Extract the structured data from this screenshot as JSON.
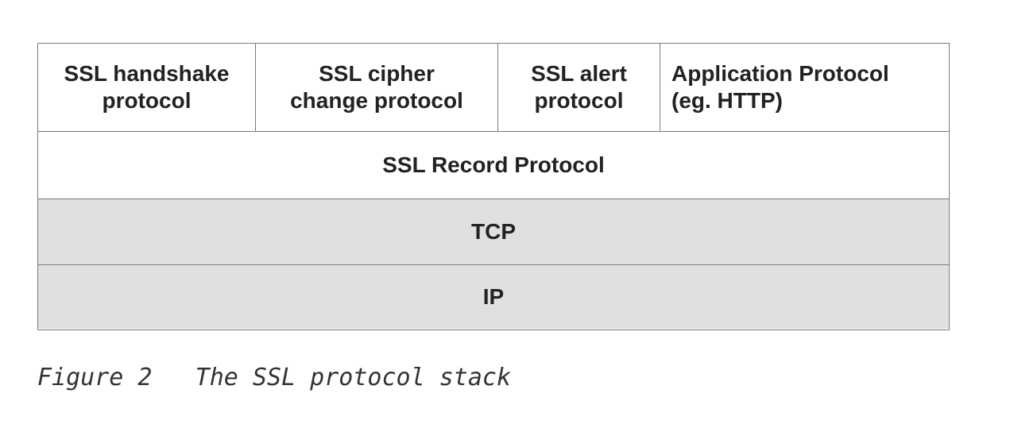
{
  "stack": {
    "top_row": [
      {
        "label": "SSL handshake\nprotocol"
      },
      {
        "label": "SSL cipher\nchange protocol"
      },
      {
        "label": "SSL alert\nprotocol"
      },
      {
        "label": "Application Protocol\n(eg. HTTP)"
      }
    ],
    "record_layer": "SSL Record Protocol",
    "transport_layer": "TCP",
    "network_layer": "IP",
    "colors": {
      "border": "#7a7a7a",
      "upper_fill": "#ffffff",
      "lower_fill": "#e0e0e0"
    }
  },
  "caption": "Figure 2   The SSL protocol stack"
}
